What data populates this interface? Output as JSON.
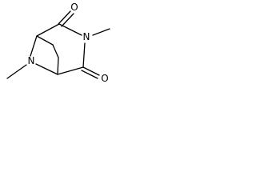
{
  "molecule": {
    "atoms": {
      "carbonyl_oxygen_top": "O",
      "carbonyl_oxygen_bottom": "O",
      "imide_nitrogen": "N",
      "bridge_nitrogen": "N"
    }
  }
}
